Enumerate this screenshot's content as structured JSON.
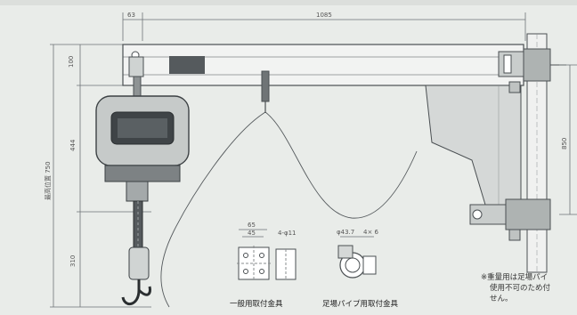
{
  "header_text": {
    "top_mid": "",
    "top_right": ""
  },
  "dimensions": {
    "d_63": "63",
    "d_1085": "1085",
    "d_100": "100",
    "d_444": "444",
    "d_total_height": "最高位置 750",
    "d_850": "850",
    "d_310": "310",
    "d_45_outer": "65",
    "d_45_inner": "45",
    "d_hole": "4-φ11",
    "d_phi": "φ43.7",
    "d_pipe": "4× 6"
  },
  "captions": {
    "mount_general": "一般用取付金具",
    "mount_pipe": "足場パイプ用取付金具"
  },
  "note": {
    "line1": "※重量用は足場パイ",
    "line2": "使用不可のため付",
    "line3": "せん。"
  },
  "colors": {
    "background": "#e9ece9",
    "line": "#4a4f52",
    "dim_line": "#6d7376",
    "fill_gray": "#c9cdcc"
  }
}
